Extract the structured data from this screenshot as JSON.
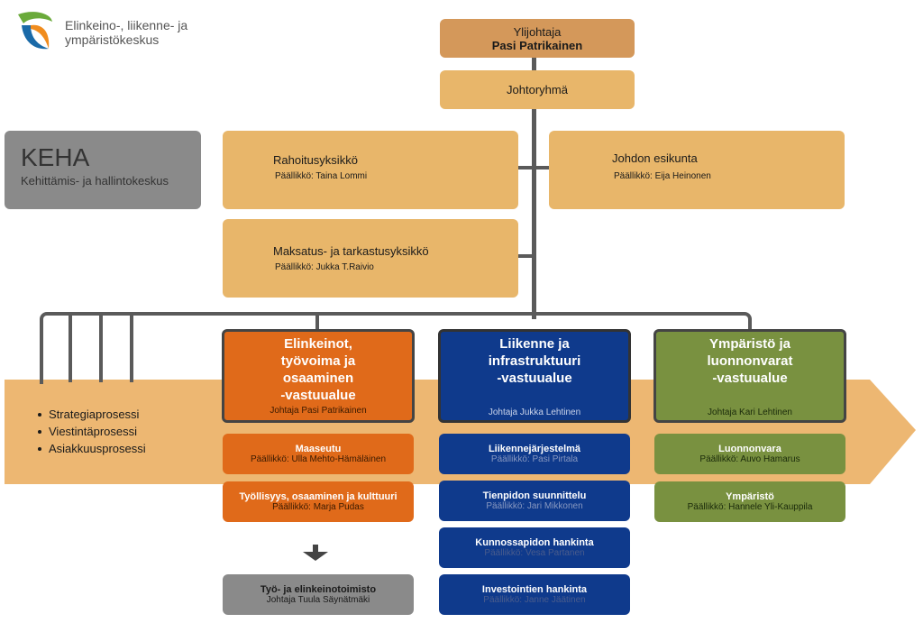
{
  "logo": {
    "line1": "Elinkeino-, liikenne- ja",
    "line2": "ympäristökeskus"
  },
  "director": {
    "title": "Ylijohtaja",
    "name": "Pasi Patrikainen"
  },
  "management_group": "Johtoryhmä",
  "keha": {
    "abbr": "KEHA",
    "full": "Kehittämis- ja hallintokeskus"
  },
  "units": {
    "finance": {
      "name": "Rahoitusyksikkö",
      "manager": "Päällikkö: Taina Lommi"
    },
    "staff": {
      "name": "Johdon esikunta",
      "manager": "Päällikkö: Eija Heinonen"
    },
    "payment": {
      "name": "Maksatus- ja tarkastusyksikkö",
      "manager": "Päällikkö: Jukka T.Raivio"
    }
  },
  "processes": [
    "Strategiaprosessi",
    "Viestintäprosessi",
    "Asiakkuusprosessi"
  ],
  "areas": {
    "elinkeinot": {
      "title": "Elinkeinot, työvoima ja osaaminen -vastuualue",
      "title_lines": [
        "Elinkeinot,",
        "työvoima ja",
        "osaaminen",
        "-vastuualue"
      ],
      "head": "Johtaja Pasi Patrikainen",
      "subunits": [
        {
          "name": "Maaseutu",
          "manager": "Päällikkö: Ulla Mehto-Hämäläinen"
        },
        {
          "name": "Työllisyys, osaaminen ja kulttuuri",
          "manager": "Päällikkö: Marja Pudas"
        }
      ],
      "office": {
        "name": "Työ- ja elinkeinotoimisto",
        "head": "Johtaja Tuula Säynätmäki"
      }
    },
    "liikenne": {
      "title_lines": [
        "Liikenne ja",
        "infrastruktuuri",
        "-vastuualue"
      ],
      "head": "Johtaja Jukka Lehtinen",
      "subunits": [
        {
          "name": "Liikennejärjestelmä",
          "manager": "Päällikkö: Pasi Pirtala"
        },
        {
          "name": "Tienpidon suunnittelu",
          "manager": "Päällikkö: Jari Mikkonen"
        },
        {
          "name": "Kunnossapidon hankinta",
          "manager": "Päällikkö: Vesa Partanen"
        },
        {
          "name": "Investointien hankinta",
          "manager": "Päällikkö: Janne Jäätinen"
        }
      ]
    },
    "ymparisto": {
      "title_lines": [
        "Ympäristö ja",
        "luonnonvarat",
        "-vastuualue"
      ],
      "head": "Johtaja Kari Lehtinen",
      "subunits": [
        {
          "name": "Luonnonvara",
          "manager": "Päällikkö: Auvo Hamarus"
        },
        {
          "name": "Ympäristö",
          "manager": "Päällikkö: Hannele Yli-Kauppila"
        }
      ]
    }
  },
  "colors": {
    "orange": "#e06a1a",
    "blue": "#0f3a8c",
    "green": "#799140",
    "tan": "#e8b66a",
    "gray": "#8a8a8a"
  }
}
